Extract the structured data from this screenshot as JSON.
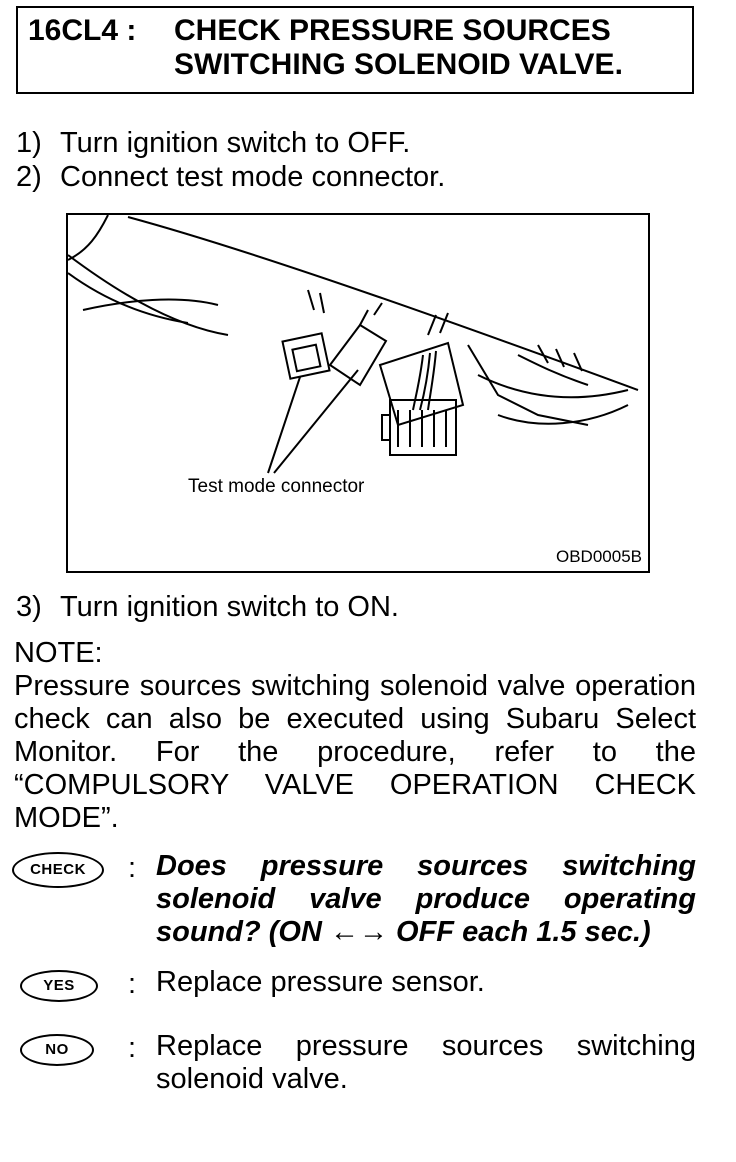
{
  "header": {
    "code": "16CL4 :",
    "title_line1": "CHECK PRESSURE SOURCES",
    "title_line2": "SWITCHING SOLENOID VALVE."
  },
  "steps": [
    {
      "num": "1)",
      "text": "Turn ignition switch to OFF."
    },
    {
      "num": "2)",
      "text": "Connect test mode connector."
    },
    {
      "num": "3)",
      "text": "Turn ignition switch to ON."
    }
  ],
  "figure": {
    "label": "Test mode connector",
    "code": "OBD0005B"
  },
  "note": {
    "heading": "NOTE:",
    "body": "Pressure sources switching solenoid valve operation check can also be executed using Subaru Select Monitor. For the procedure, refer to the “COMPULSORY VALVE OPERATION CHECK MODE”."
  },
  "check": {
    "badge": "CHECK",
    "colon": ":",
    "text": "Does pressure sources switching solenoid valve produce operating sound? (ON ←→ OFF each 1.5 sec.)"
  },
  "yes": {
    "badge": "YES",
    "colon": ":",
    "text": "Replace pressure sensor."
  },
  "no": {
    "badge": "NO",
    "colon": ":",
    "text": "Replace pressure sources switching solenoid valve."
  }
}
